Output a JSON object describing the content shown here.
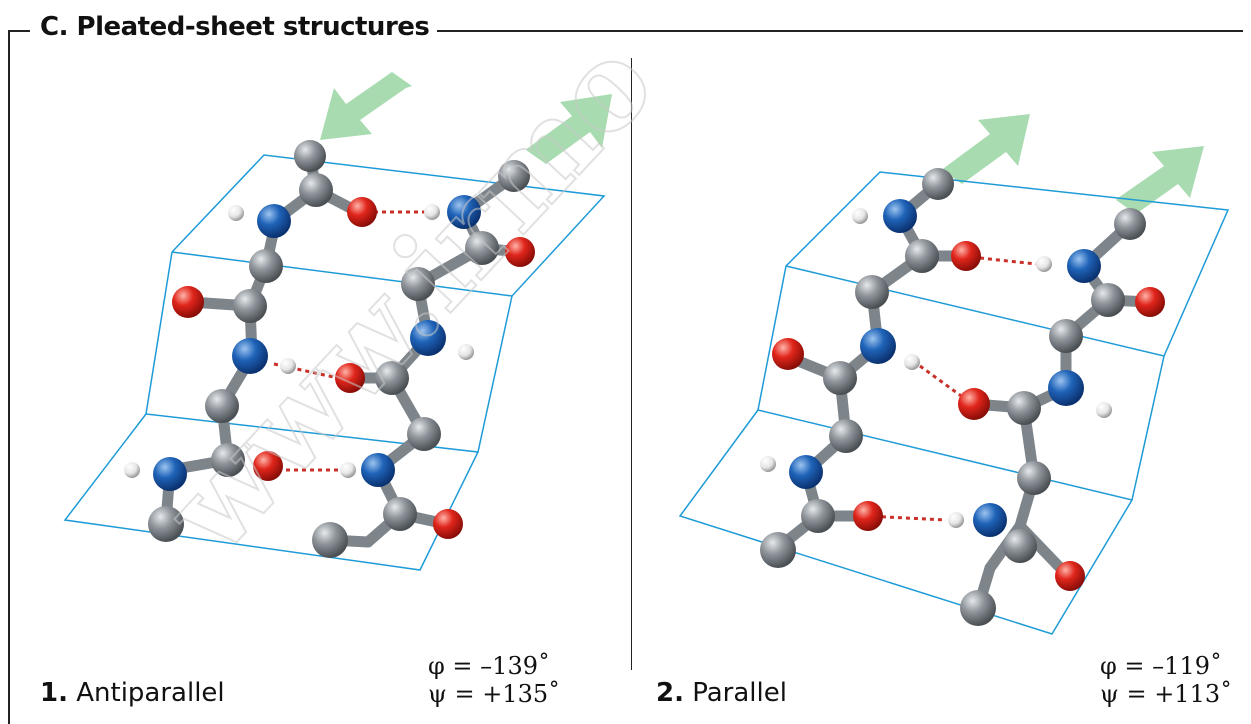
{
  "title": "C. Pleated-sheet structures",
  "panels": [
    {
      "number": "1.",
      "name": "Antiparallel",
      "phi": "φ = –139˚",
      "psi": "ψ = +135˚"
    },
    {
      "number": "2.",
      "name": "Parallel",
      "phi": "φ = –119˚",
      "psi": "ψ = +113˚"
    }
  ],
  "watermark": "www.irmo",
  "colors": {
    "carbon": "#8a9096",
    "nitrogen": "#1f63b8",
    "oxygen": "#e0251b",
    "hydrogen": "#e8e8e8",
    "hbond": "#c8302a",
    "plane": "#1e9bd7",
    "arrow": "#a8dbb0"
  }
}
